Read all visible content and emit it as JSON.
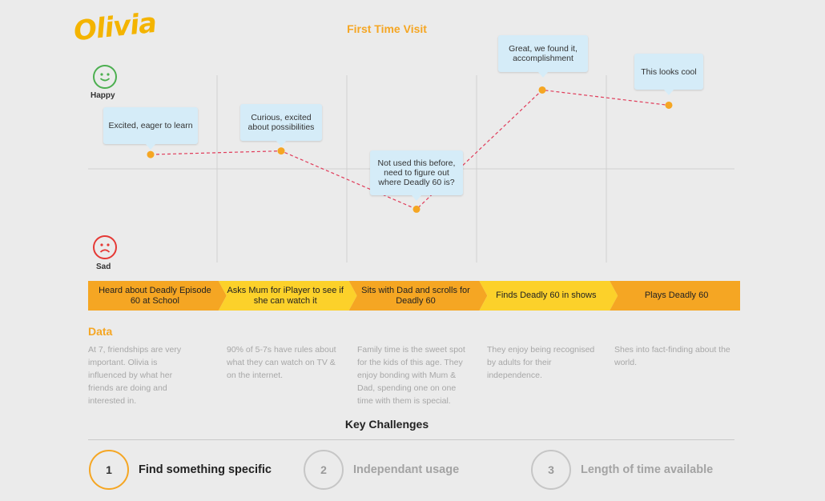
{
  "logo": "Olivia",
  "title": "First Time Visit",
  "moods": {
    "happy": "Happy",
    "sad": "Sad"
  },
  "colors": {
    "accent": "#f5a623",
    "point": "#f5a623",
    "line": "#e03c5a",
    "happy": "#4caf50",
    "sad": "#e53935",
    "bubble": "#d5ecf8"
  },
  "journey": [
    {
      "feeling": "Excited, eager to learn",
      "stage": "Heard about Deadly Episode 60 at School",
      "data": "At 7, friendships are very important. Olivia is influenced by what her friends are doing and interested in."
    },
    {
      "feeling": "Curious, excited about possibilities",
      "stage": "Asks Mum for iPlayer to see if she can watch it",
      "data": "90% of 5-7s have rules about what they can watch on TV & on the internet."
    },
    {
      "feeling": "Not used this before, need to figure out where Deadly 60 is?",
      "stage": "Sits with Dad and scrolls for Deadly 60",
      "data": "Family time is the sweet spot for the kids of this age. They enjoy bonding with Mum & Dad, spending one on one time with them is special."
    },
    {
      "feeling": "Great, we found it, accomplishment",
      "stage": "Finds Deadly 60 in shows",
      "data": "They enjoy being recognised by adults for their independence."
    },
    {
      "feeling": "This looks cool",
      "stage": "Plays Deadly 60",
      "data": "Shes into fact-finding about the world."
    }
  ],
  "chart_data": {
    "type": "line",
    "x": [
      "Heard about Deadly Episode 60 at School",
      "Asks Mum for iPlayer to see if she can watch it",
      "Sits with Dad and scrolls for Deadly 60",
      "Finds Deadly 60 in shows",
      "Plays Deadly 60"
    ],
    "values": [
      0.16,
      0.2,
      -0.45,
      0.88,
      0.71
    ],
    "ylim": [
      -1,
      1
    ],
    "ylabels": [
      "Happy",
      "Sad"
    ]
  },
  "data_heading": "Data",
  "stage_colors": [
    "#f5a623",
    "#fcd12a",
    "#f5a623",
    "#fcd12a",
    "#f5a623"
  ],
  "key_challenges": {
    "title": "Key Challenges",
    "items": [
      {
        "num": "1",
        "label": "Find something specific",
        "active": true
      },
      {
        "num": "2",
        "label": "Independant usage",
        "active": false
      },
      {
        "num": "3",
        "label": "Length of time available",
        "active": false
      }
    ]
  }
}
